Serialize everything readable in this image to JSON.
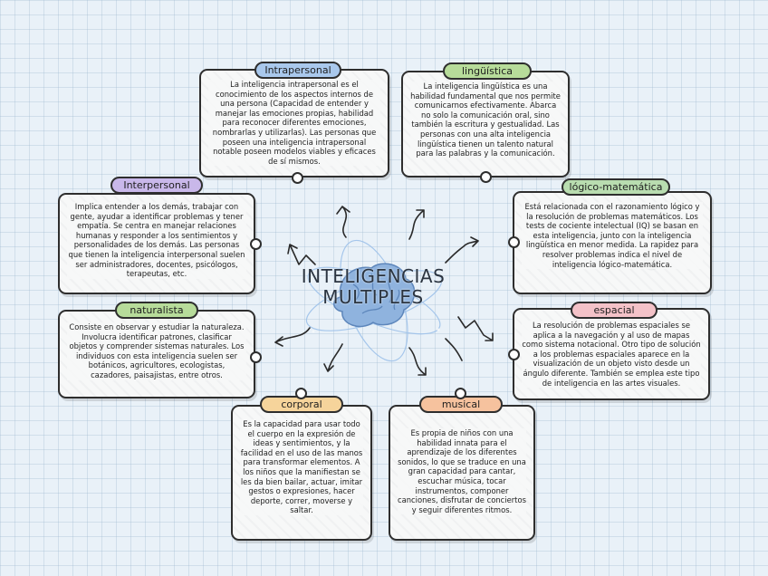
{
  "center_title": [
    "INTELIGENCIAS",
    "MULTIPLES"
  ],
  "colors": {
    "intrapersonal": "#a9c8ec",
    "linguistica": "#b7dc9a",
    "interpersonal": "#c9b8ea",
    "logico_matematica": "#b9ddb0",
    "naturalista": "#b7dc9a",
    "espacial": "#f4c2c8",
    "corporal": "#f6d49b",
    "musical": "#f6c29e",
    "brain": "#8fb3de"
  },
  "nodes": {
    "intrapersonal": {
      "title": "Intrapersonal",
      "text": "La inteligencia intrapersonal es el conocimiento de los aspectos internos de una persona (Capacidad de entender y manejar las emociones propias, habilidad para reconocer diferentes emociones, nombrarlas y utilizarlas). Las personas que poseen una inteligencia intrapersonal notable poseen modelos viables y eficaces de sí mismos."
    },
    "linguistica": {
      "title": "lingüística",
      "text": "La inteligencia lingüística es una habilidad fundamental que nos permite comunicarnos efectivamente. Abarca no solo la comunicación oral, sino también la escritura y gestualidad. Las personas con una alta inteligencia lingüística tienen un talento natural para las palabras y la comunicación."
    },
    "interpersonal": {
      "title": "Interpersonal",
      "text": "Implica entender a los demás, trabajar con gente, ayudar a identificar problemas y tener empatía. Se centra en manejar relaciones humanas y responder a los sentimientos y personalidades de los demás. Las personas que tienen la inteligencia interpersonal suelen ser administradores, docentes, psicólogos, terapeutas, etc."
    },
    "logico_matematica": {
      "title": "lógico-matemática",
      "text": "Está relacionada con el razonamiento lógico y la resolución de problemas matemáticos. Los tests de cociente intelectual (IQ) se basan en esta inteligencia, junto con la inteligencia lingüística en menor medida. La rapidez para resolver problemas indica el nivel de inteligencia lógico-matemática."
    },
    "naturalista": {
      "title": "naturalista",
      "text": "Consiste en observar y estudiar la naturaleza. Involucra identificar patrones, clasificar objetos y comprender sistemas naturales. Los individuos con esta inteligencia suelen ser botánicos, agricultores, ecologistas, cazadores, paisajistas, entre otros."
    },
    "espacial": {
      "title": "espacial",
      "text": "La resolución de problemas espaciales se aplica a la navegación y al uso de mapas como sistema notacional. Otro tipo de solución a los problemas espaciales aparece en la visualización de un objeto visto desde un ángulo diferente. También se emplea este tipo de inteligencia en las artes visuales."
    },
    "corporal": {
      "title": "corporal",
      "text": "Es la capacidad para usar todo el cuerpo en la expresión de ideas y sentimientos, y la facilidad en el uso de las manos para transformar elementos. A los niños que la manifiestan se les da bien bailar, actuar, imitar gestos o expresiones, hacer deporte, correr, moverse y saltar."
    },
    "musical": {
      "title": "musical",
      "text": "Es propia de niños con una habilidad innata para el aprendizaje de los diferentes sonidos, lo que se traduce en una gran capacidad para cantar, escuchar música, tocar instrumentos, componer canciones, disfrutar de conciertos y seguir diferentes ritmos."
    }
  }
}
